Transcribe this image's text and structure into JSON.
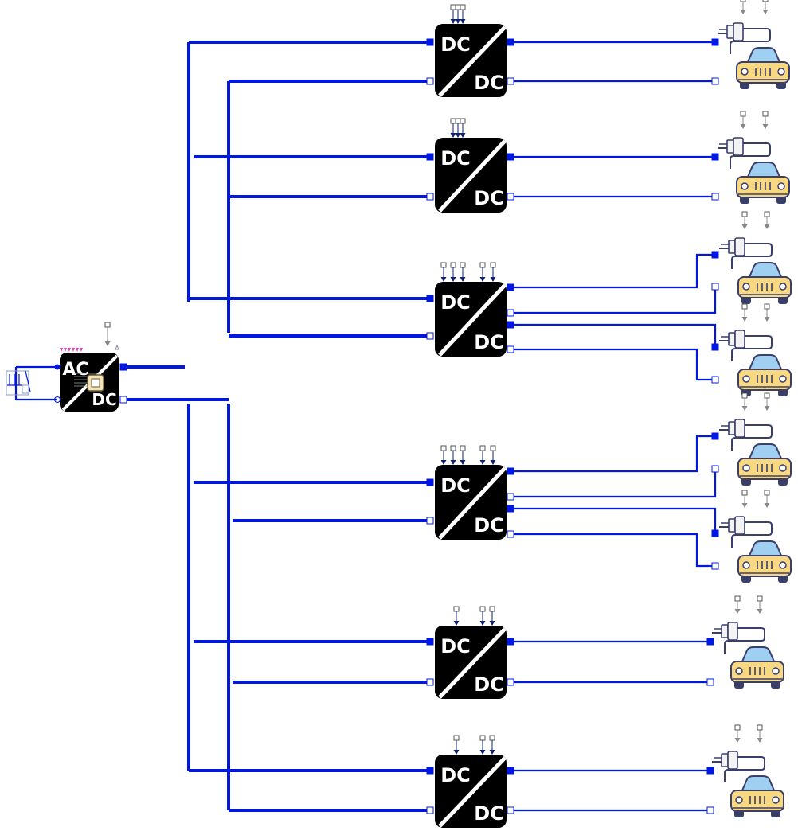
{
  "diagram": {
    "colors": {
      "wire": "#0018e0",
      "block_fill": "#000000",
      "block_text": "#ffffff",
      "port_filled": "#0018e0",
      "port_hollow": "#ffffff",
      "signal_pin": "#102070",
      "signal_pin_ac": "#e040c0",
      "car_body": "#f8d880",
      "car_outline": "#3a3f6a",
      "car_window": "#9fd0f2",
      "chip_fill": "#f3e3b8"
    },
    "rectifier": {
      "name": "ac-dc-converter",
      "label_top": "AC",
      "label_bottom": "DC",
      "icon": "microchip-icon",
      "signal_inputs": 6
    },
    "ground_icon": "ground-icon",
    "converters": [
      {
        "name": "dc-dc-converter-1",
        "label_top": "DC",
        "label_bottom": "DC",
        "pins": 3,
        "outputs": 1
      },
      {
        "name": "dc-dc-converter-2",
        "label_top": "DC",
        "label_bottom": "DC",
        "pins": 3,
        "outputs": 1
      },
      {
        "name": "dc-dc-converter-3",
        "label_top": "DC",
        "label_bottom": "DC",
        "pins": 5,
        "outputs": 2
      },
      {
        "name": "dc-dc-converter-4",
        "label_top": "DC",
        "label_bottom": "DC",
        "pins": 5,
        "outputs": 2
      },
      {
        "name": "dc-dc-converter-5",
        "label_top": "DC",
        "label_bottom": "DC",
        "pins": 3,
        "outputs": 1
      },
      {
        "name": "dc-dc-converter-6",
        "label_top": "DC",
        "label_bottom": "DC",
        "pins": 3,
        "outputs": 1
      }
    ],
    "vehicle_icon": "electric-car-icon",
    "plug_icon": "charging-plug-icon",
    "vehicle_count": 8
  }
}
